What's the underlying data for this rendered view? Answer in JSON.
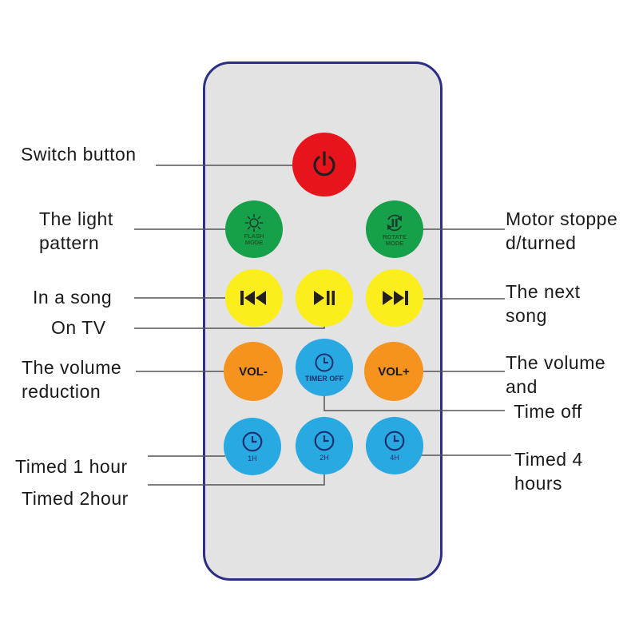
{
  "colors": {
    "remote_border": "#2b2f86",
    "remote_fill": "#e3e3e3",
    "power": "#e8141b",
    "mode": "#16a049",
    "media": "#fbee1c",
    "volume": "#f6921e",
    "timer": "#29a9e1"
  },
  "buttons": {
    "power": {
      "icon": "power-icon"
    },
    "flash_mode": {
      "icon": "sun-icon",
      "line1": "FLASH",
      "line2": "MODE"
    },
    "rotate_mode": {
      "icon": "rotate-pause-icon",
      "line1": "ROTATE",
      "line2": "MODE"
    },
    "previous": {
      "icon": "skip-back-icon"
    },
    "play_pause": {
      "icon": "play-pause-icon"
    },
    "next": {
      "icon": "skip-forward-icon"
    },
    "vol_down": {
      "label": "VOL-"
    },
    "timer_off": {
      "icon": "clock-icon",
      "label": "TIMER OFF"
    },
    "vol_up": {
      "label": "VOL+"
    },
    "timer_1h": {
      "icon": "clock-icon",
      "label": "1H"
    },
    "timer_2h": {
      "icon": "clock-icon",
      "label": "2H"
    },
    "timer_4h": {
      "icon": "clock-icon",
      "label": "4H"
    }
  },
  "labels": {
    "switch_button": "Switch button",
    "light_pattern": "The light\npattern",
    "motor": "Motor stoppe\nd/turned",
    "in_a_song": "In a song",
    "on_tv": "On TV",
    "next_song": "The next\nsong",
    "volume_reduction": "The volume\nreduction",
    "volume_and": "The volume\nand",
    "time_off": "Time off",
    "timed_1_hour": "Timed 1 hour",
    "timed_2hour": "Timed 2hour",
    "timed_4_hours": "Timed 4\nhours"
  }
}
